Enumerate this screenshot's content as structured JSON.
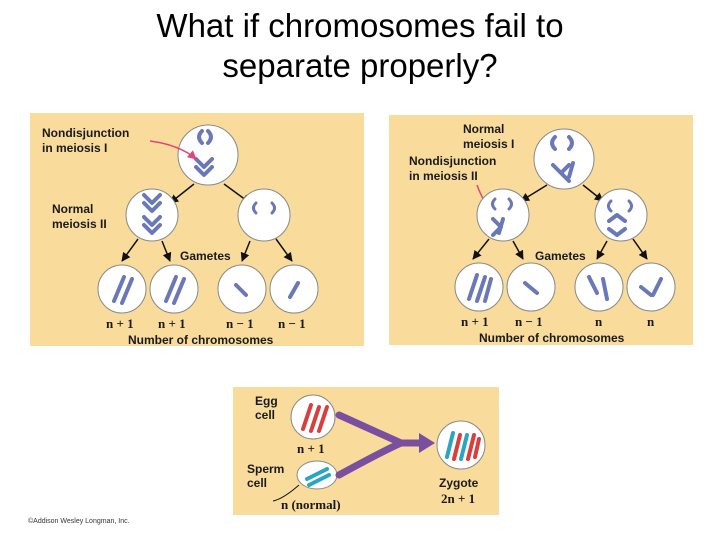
{
  "title": {
    "line1": "What if chromosomes fail to",
    "line2": "separate properly?"
  },
  "left_panel": {
    "nondisjunction_label_1": "Nondisjunction",
    "nondisjunction_label_2": "in meiosis I",
    "normal_label_1": "Normal",
    "normal_label_2": "meiosis II",
    "gametes_label": "Gametes",
    "counts": [
      "n + 1",
      "n + 1",
      "n − 1",
      "n − 1"
    ],
    "caption": "Number of chromosomes"
  },
  "right_panel": {
    "normal_label_1": "Normal",
    "normal_label_2": "meiosis I",
    "nondisjunction_label_1": "Nondisjunction",
    "nondisjunction_label_2": "in meiosis II",
    "gametes_label": "Gametes",
    "counts": [
      "n + 1",
      "n − 1",
      "n",
      "n"
    ],
    "caption": "Number of chromosomes"
  },
  "fertilization_panel": {
    "egg_label_1": "Egg",
    "egg_label_2": "cell",
    "egg_count": "n + 1",
    "sperm_label_1": "Sperm",
    "sperm_label_2": "cell",
    "sperm_count": "n (normal)",
    "zygote_label": "Zygote",
    "zygote_count": "2n + 1"
  },
  "copyright": "©Addison Wesley Longman, Inc.",
  "colors": {
    "panel_bg": "#f9dc9c",
    "cell_fill": "#ffffff",
    "chromosome_blue": "#6a78b8",
    "arrow_pink": "#e0457a",
    "egg_red": "#d84040",
    "sperm_teal": "#2aa6c4",
    "merge_arrow": "#7a4fa0"
  },
  "icons": [
    "cell-icon",
    "chromosome-icon",
    "arrow-icon"
  ]
}
